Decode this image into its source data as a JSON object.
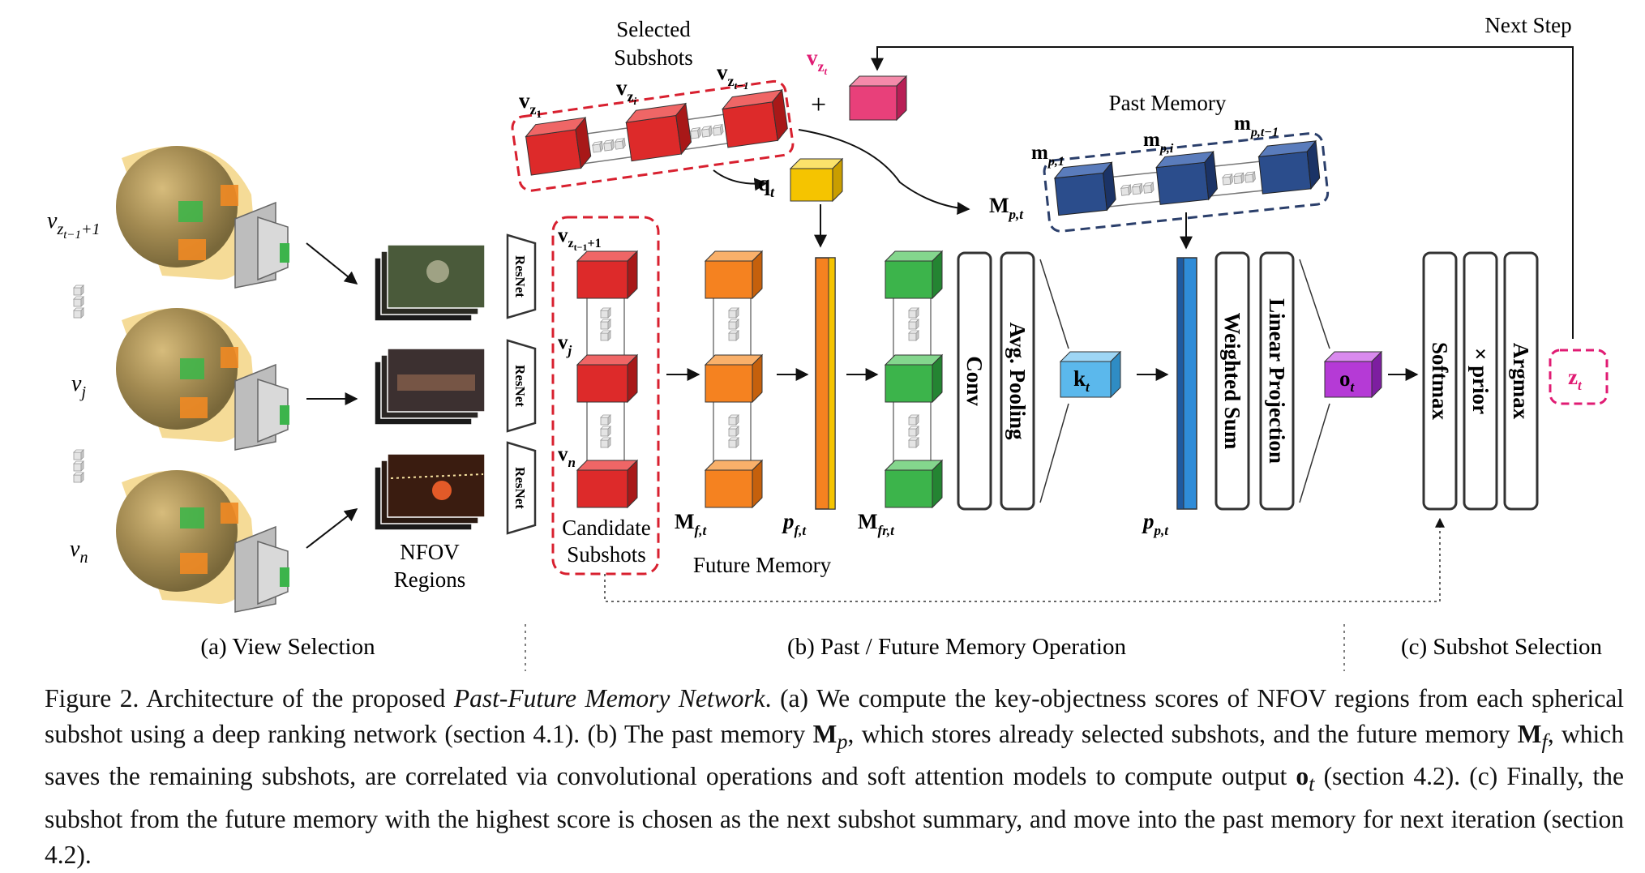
{
  "figure": {
    "top_labels": {
      "next_step": "Next Step"
    },
    "view_selection": {
      "subshot_labels": [
        "v_{z_{t-1}+1}",
        "v_j",
        "v_n"
      ],
      "regions_label": [
        "NFOV",
        "Regions"
      ],
      "encoder_labels": [
        "ResNet",
        "ResNet",
        "ResNet"
      ]
    },
    "selected": {
      "title": [
        "Selected",
        "Subshots"
      ],
      "labels": [
        "v_{z_1}",
        "v_{z_i}",
        "v_{z_{t-1}}"
      ],
      "new_label": "v_{z_t}",
      "plus": "+",
      "query": "q_t"
    },
    "candidate": {
      "labels": [
        "v_{z_{t-1}+1}",
        "v_j",
        "v_n"
      ],
      "title": [
        "Candidate",
        "Subshots"
      ]
    },
    "future": {
      "memory_label": "M_{f,t}",
      "p_label": "p_{f,t}",
      "fr_label": "M_{fr,t}",
      "title": "Future Memory"
    },
    "past": {
      "title": "Past Memory",
      "labels": [
        "m_{p,1}",
        "m_{p,i}",
        "m_{p,t-1}"
      ],
      "memory_label": "M_{p,t}",
      "p_label": "p_{p,t}"
    },
    "ops": {
      "conv": "Conv",
      "avg_pooling": "Avg. Pooling",
      "key": "k_t",
      "weighted_sum": "Weighted Sum",
      "linear_projection": "Linear Projection",
      "output": "o_t",
      "softmax": "Softmax",
      "prior": "× prior",
      "argmax": "Argmax",
      "z": "z_t"
    },
    "sections": [
      "(a) View Selection",
      "(b) Past / Future Memory Operation",
      "(c) Subshot Selection"
    ],
    "colors": {
      "red": "#dd2a2a",
      "orange": "#f58220",
      "green": "#3cb44b",
      "blue": "#2b4d8c",
      "pink": "#e8407a",
      "yellow": "#f5c400",
      "light_blue": "#5bb8ec",
      "purple": "#b53ad6",
      "dashed_red": "#d8202f",
      "dashed_blue": "#2b3f6b",
      "dashed_pink": "#e01b73"
    }
  },
  "caption": {
    "figure_label": "Figure 2.",
    "s1": "Architecture of the proposed",
    "title_em": "Past-Future Memory Network",
    "s2": ". (a) We compute the key-objectness scores of NFOV regions from each spherical subshot using a deep ranking network (section 4.1). (b) The past memory",
    "mp_sym": "M",
    "mp_sub": "p",
    "s3": ", which stores already selected subshots, and the future memory",
    "mf_sym": "M",
    "mf_sub": "f",
    "s4": ", which saves the remaining subshots, are correlated via convolutional operations and soft attention models to compute output",
    "ot_sym": "o",
    "ot_sub": "t",
    "s5": "(section 4.2). (c) Finally, the subshot from the future memory with the highest score is chosen as the next subshot summary, and move into the past memory for next iteration (section 4.2)."
  }
}
